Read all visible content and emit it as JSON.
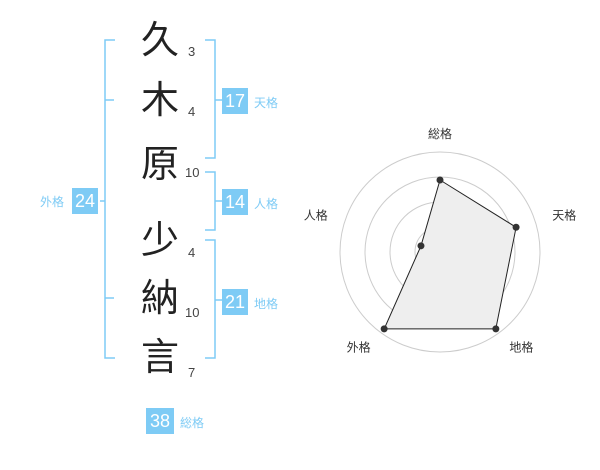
{
  "name": {
    "characters": [
      {
        "char": "久",
        "strokes": "3"
      },
      {
        "char": "木",
        "strokes": "4"
      },
      {
        "char": "原",
        "strokes": "10"
      },
      {
        "char": "少",
        "strokes": "4"
      },
      {
        "char": "納",
        "strokes": "10"
      },
      {
        "char": "言",
        "strokes": "7"
      }
    ]
  },
  "fortunes": {
    "tenkaku": {
      "value": "17",
      "label": "天格"
    },
    "jinkaku": {
      "value": "14",
      "label": "人格"
    },
    "chikaku": {
      "value": "21",
      "label": "地格"
    },
    "gaikaku": {
      "value": "24",
      "label": "外格"
    },
    "soukaku": {
      "value": "38",
      "label": "総格"
    }
  },
  "colors": {
    "accent": "#7ecbf5",
    "bracket": "#7ecbf5",
    "char_text": "#222222",
    "radar_fill": "#eeeeee",
    "radar_ring": "#cccccc"
  },
  "chart_data": {
    "type": "radar",
    "axes": [
      "総格",
      "天格",
      "地格",
      "外格",
      "人格"
    ],
    "values": [
      0.72,
      0.8,
      0.95,
      0.95,
      0.2
    ],
    "rings": 4,
    "max": 1
  }
}
